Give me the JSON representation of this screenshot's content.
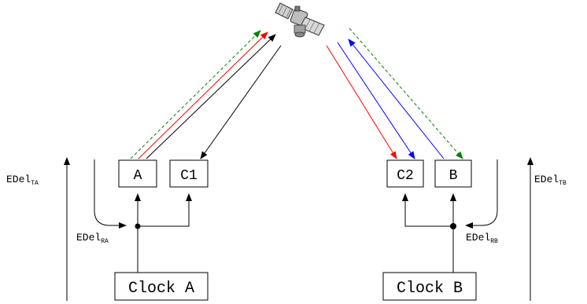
{
  "boxes": {
    "a": "A",
    "c1": "C1",
    "c2": "C2",
    "b": "B",
    "clock_a": "Clock A",
    "clock_b": "Clock B"
  },
  "labels": {
    "edel_ta": {
      "base": "EDel",
      "sub": "TA"
    },
    "edel_ra": {
      "base": "EDel",
      "sub": "RA"
    },
    "edel_rb": {
      "base": "EDel",
      "sub": "RB"
    },
    "edel_tb": {
      "base": "EDel",
      "sub": "TB"
    }
  },
  "link_colors": {
    "black": "#000000",
    "red": "#ff0000",
    "blue": "#0000ff",
    "green": "#008000"
  },
  "icons": {
    "satellite": "satellite-icon"
  }
}
